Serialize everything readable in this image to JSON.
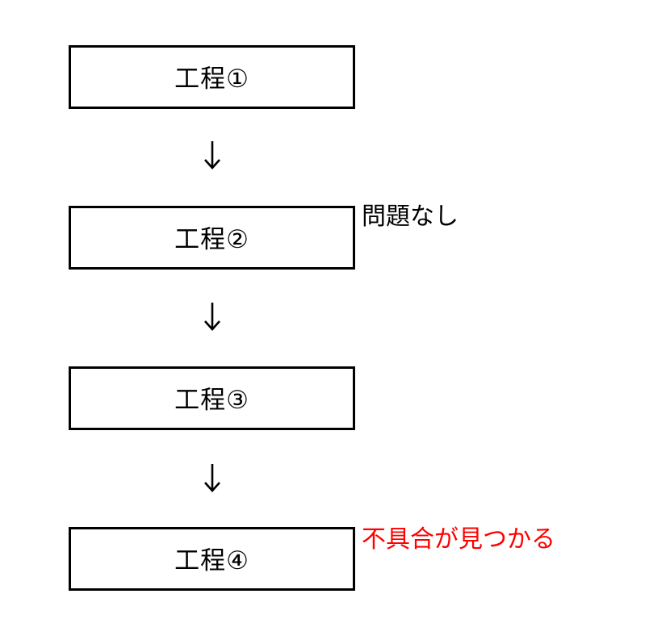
{
  "diagram": {
    "title": "process-flow",
    "boxes": [
      {
        "label": "工程①"
      },
      {
        "label": "工程②",
        "annotation": "問題なし"
      },
      {
        "label": "工程③"
      },
      {
        "label": "工程④",
        "annotation": "不具合が見つかる"
      }
    ],
    "icons": {
      "down_arrow": "↓"
    },
    "colors": {
      "background": "#ffffff",
      "box_border": "#000000",
      "label_text": "#000000",
      "annotation_normal": "#000000",
      "annotation_alert": "#ff0000"
    }
  }
}
